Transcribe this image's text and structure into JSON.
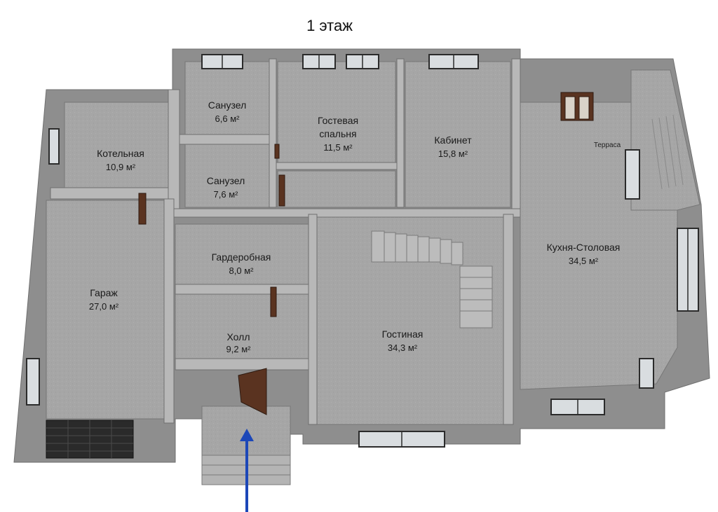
{
  "floor_title": "1 этаж",
  "rooms": [
    {
      "id": "boiler",
      "name": "Котельная",
      "area": "10,9 м²"
    },
    {
      "id": "bath1",
      "name": "Санузел",
      "area": "6,6 м²"
    },
    {
      "id": "bath2",
      "name": "Санузел",
      "area": "7,6 м²"
    },
    {
      "id": "guest",
      "name": "Гостевая",
      "name2": "спальня",
      "area": "11,5 м²"
    },
    {
      "id": "office",
      "name": "Кабинет",
      "area": "15,8 м²"
    },
    {
      "id": "kitchen",
      "name": "Кухня-Столовая",
      "area": "34,5 м²"
    },
    {
      "id": "garage",
      "name": "Гараж",
      "area": "27,0 м²"
    },
    {
      "id": "wardrobe",
      "name": "Гардеробная",
      "area": "8,0 м²"
    },
    {
      "id": "hall",
      "name": "Холл",
      "area": "9,2 м²"
    },
    {
      "id": "living",
      "name": "Гостиная",
      "area": "34,3 м²"
    }
  ],
  "terrace_label": "Терраса",
  "colors": {
    "floor": "#a3a3a3",
    "wall": "#8e8e8e",
    "wall_edge": "#6f6f6f",
    "arrow": "#1c47b8",
    "door": "#5a3320",
    "window_glass": "#d9dde0"
  },
  "icons": [
    "entrance-arrow-icon",
    "staircase-icon",
    "garage-door-icon"
  ]
}
